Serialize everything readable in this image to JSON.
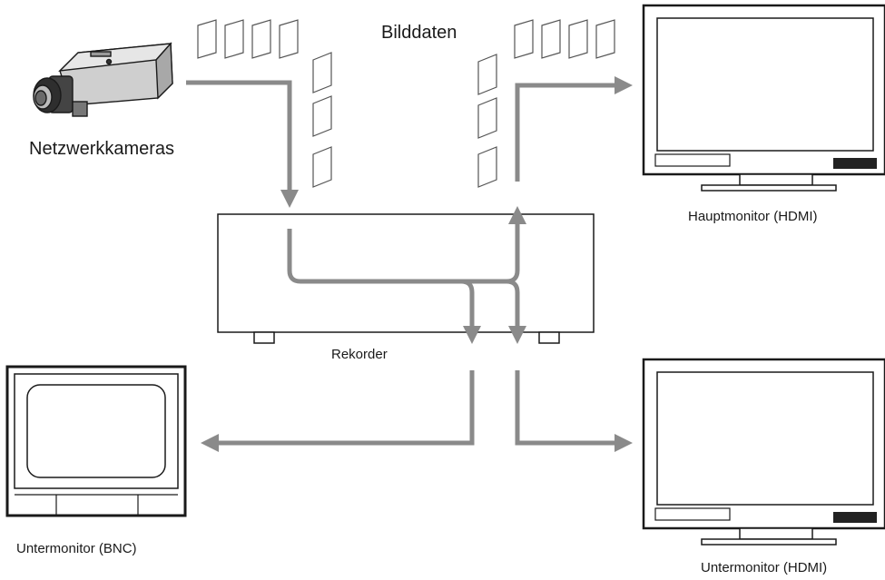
{
  "labels": {
    "cameras": "Netzwerkkameras",
    "image_data": "Bilddaten",
    "recorder": "Rekorder",
    "main_monitor": "Hauptmonitor (HDMI)",
    "sub_monitor_bnc": "Untermonitor (BNC)",
    "sub_monitor_hdmi": "Untermonitor (HDMI)"
  },
  "colors": {
    "flow_arrow": "#8a8a8a",
    "outline": "#1a1a1a",
    "frame": "#555555"
  }
}
